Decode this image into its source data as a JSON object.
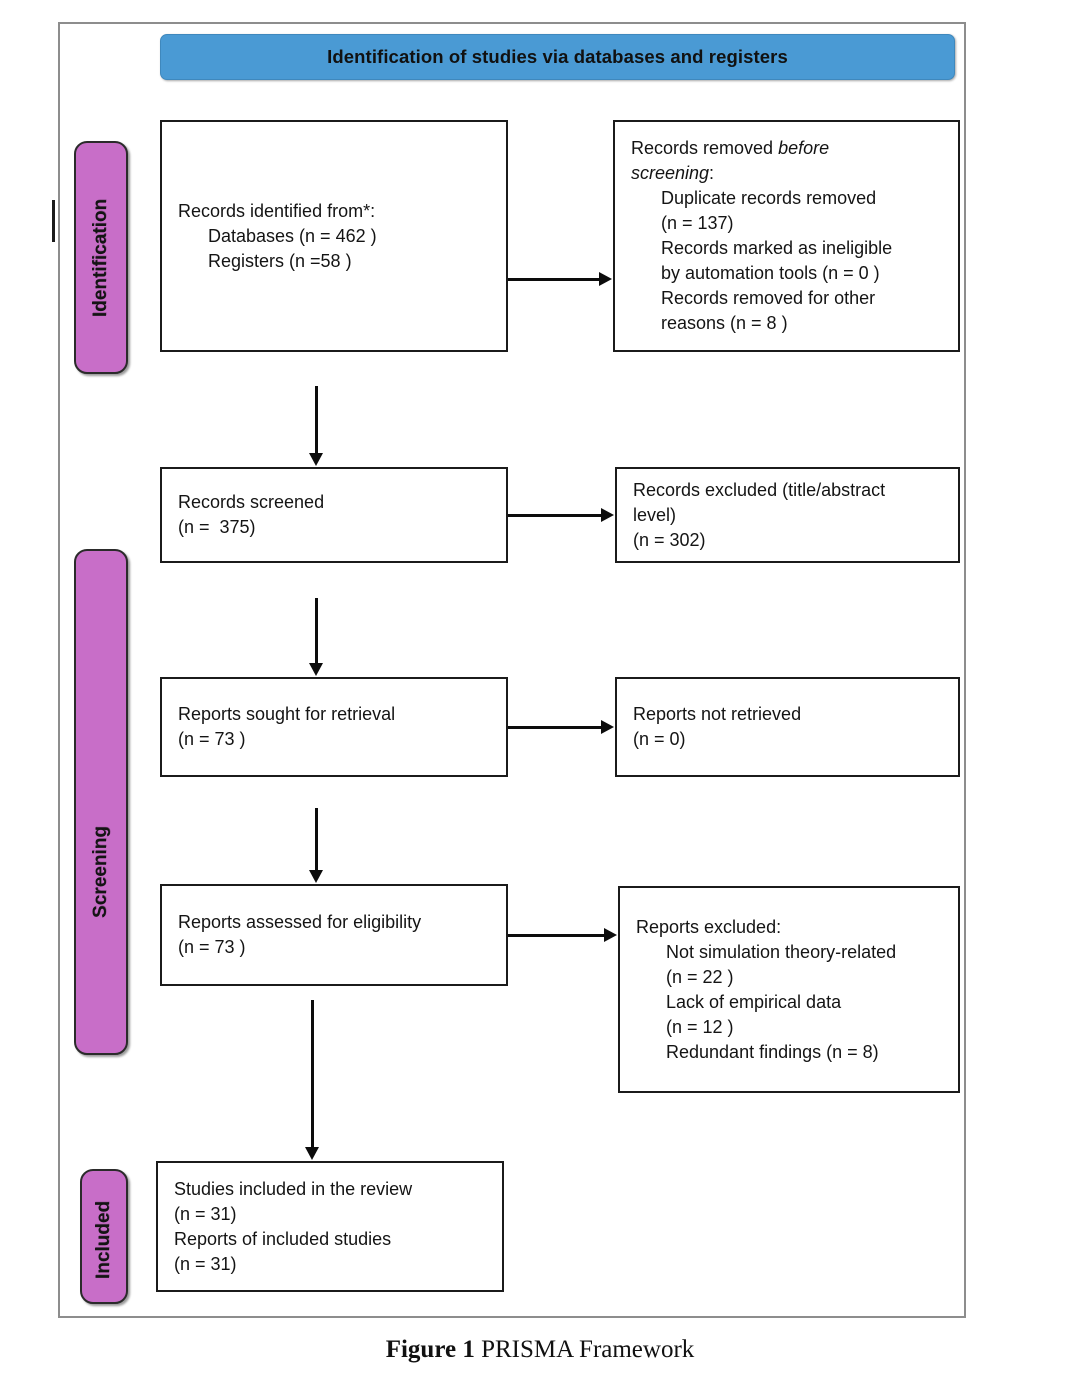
{
  "figure": {
    "caption_label": "Figure 1",
    "caption_text": " PRISMA Framework"
  },
  "colors": {
    "header_blue": "#4A9AD4",
    "stage_purple": "#C86EC8",
    "frame_gray": "#8D8D8D",
    "box_border": "#1B1B1B",
    "arrow_black": "#0C0C0C"
  },
  "header": {
    "title": "Identification of studies via databases and registers"
  },
  "stages": [
    {
      "key": "identification",
      "label": "Identification"
    },
    {
      "key": "screening",
      "label": "Screening"
    },
    {
      "key": "included",
      "label": "Included"
    }
  ],
  "boxes": {
    "identified": {
      "title": "Records identified from*:",
      "line2": "Databases (n = 462 )",
      "line3": "Registers (n =58 )"
    },
    "removed_before": {
      "title_pre": "Records removed ",
      "title_ital1": "before",
      "title_ital2": "screening",
      "title_post": ":",
      "line1": "Duplicate records removed",
      "line2": "(n = 137)",
      "line3": "Records marked as ineligible",
      "line4": "by automation tools (n = 0 )",
      "line5": "Records removed for other",
      "line6": "reasons (n = 8 )"
    },
    "screened": {
      "line1": "Records screened",
      "line2": "(n =  375)"
    },
    "excluded_ta": {
      "line1": "Records excluded (title/abstract",
      "line2": "level)",
      "line3": "(n = 302)"
    },
    "sought": {
      "line1": "Reports sought for retrieval",
      "line2": "(n = 73 )"
    },
    "not_retrieved": {
      "line1": "Reports not retrieved",
      "line2": "(n = 0)"
    },
    "assessed": {
      "line1": "Reports assessed for eligibility",
      "line2": "(n = 73 )"
    },
    "reports_excluded": {
      "title": "Reports excluded:",
      "line1": "Not simulation theory-related",
      "line2": "(n = 22 )",
      "line3": "Lack of empirical data",
      "line4": "(n = 12 )",
      "line5": "Redundant findings (n = 8)"
    },
    "included_studies": {
      "line1": "Studies included in the review",
      "line2": "(n = 31)",
      "line3": "Reports of included studies",
      "line4": "(n = 31)"
    }
  }
}
